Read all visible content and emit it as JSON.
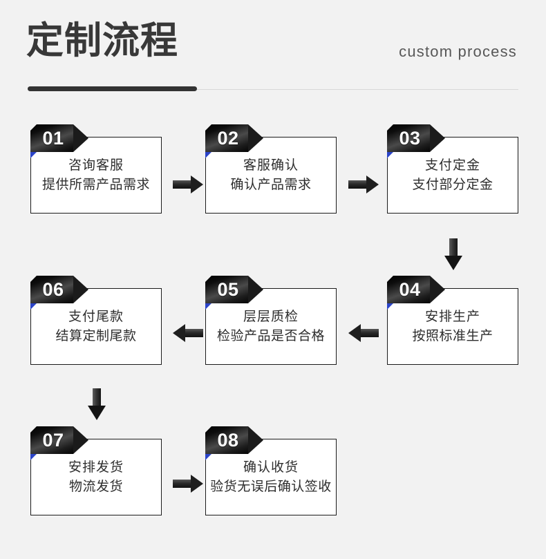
{
  "header": {
    "title_cn": "定制流程",
    "title_en": "custom process",
    "accent_color": "#333333",
    "rule_color": "#d8d8d8"
  },
  "colors": {
    "background": "#f2f2f2",
    "box_fill": "#ffffff",
    "box_border": "#1a1a1a",
    "badge_dark": "#0d0d0d",
    "badge_accent_blue": "#2b44c8",
    "arrow": "#1f1f1f",
    "text": "#2d2d2d"
  },
  "steps": [
    {
      "number": "01",
      "line1": "咨询客服",
      "line2": "提供所需产品需求"
    },
    {
      "number": "02",
      "line1": "客服确认",
      "line2": "确认产品需求"
    },
    {
      "number": "03",
      "line1": "支付定金",
      "line2": "支付部分定金"
    },
    {
      "number": "04",
      "line1": "安排生产",
      "line2": "按照标准生产"
    },
    {
      "number": "05",
      "line1": "层层质检",
      "line2": "检验产品是否合格"
    },
    {
      "number": "06",
      "line1": "支付尾款",
      "line2": "结算定制尾款"
    },
    {
      "number": "07",
      "line1": "安排发货",
      "line2": "物流发货"
    },
    {
      "number": "08",
      "line1": "确认收货",
      "line2": "验货无误后确认签收"
    }
  ],
  "connectors": [
    {
      "name": "arrow-01-to-02",
      "direction": "right"
    },
    {
      "name": "arrow-02-to-03",
      "direction": "right"
    },
    {
      "name": "arrow-03-to-04",
      "direction": "down"
    },
    {
      "name": "arrow-04-to-05",
      "direction": "left"
    },
    {
      "name": "arrow-05-to-06",
      "direction": "left"
    },
    {
      "name": "arrow-06-to-07",
      "direction": "down"
    },
    {
      "name": "arrow-07-to-08",
      "direction": "right"
    }
  ]
}
